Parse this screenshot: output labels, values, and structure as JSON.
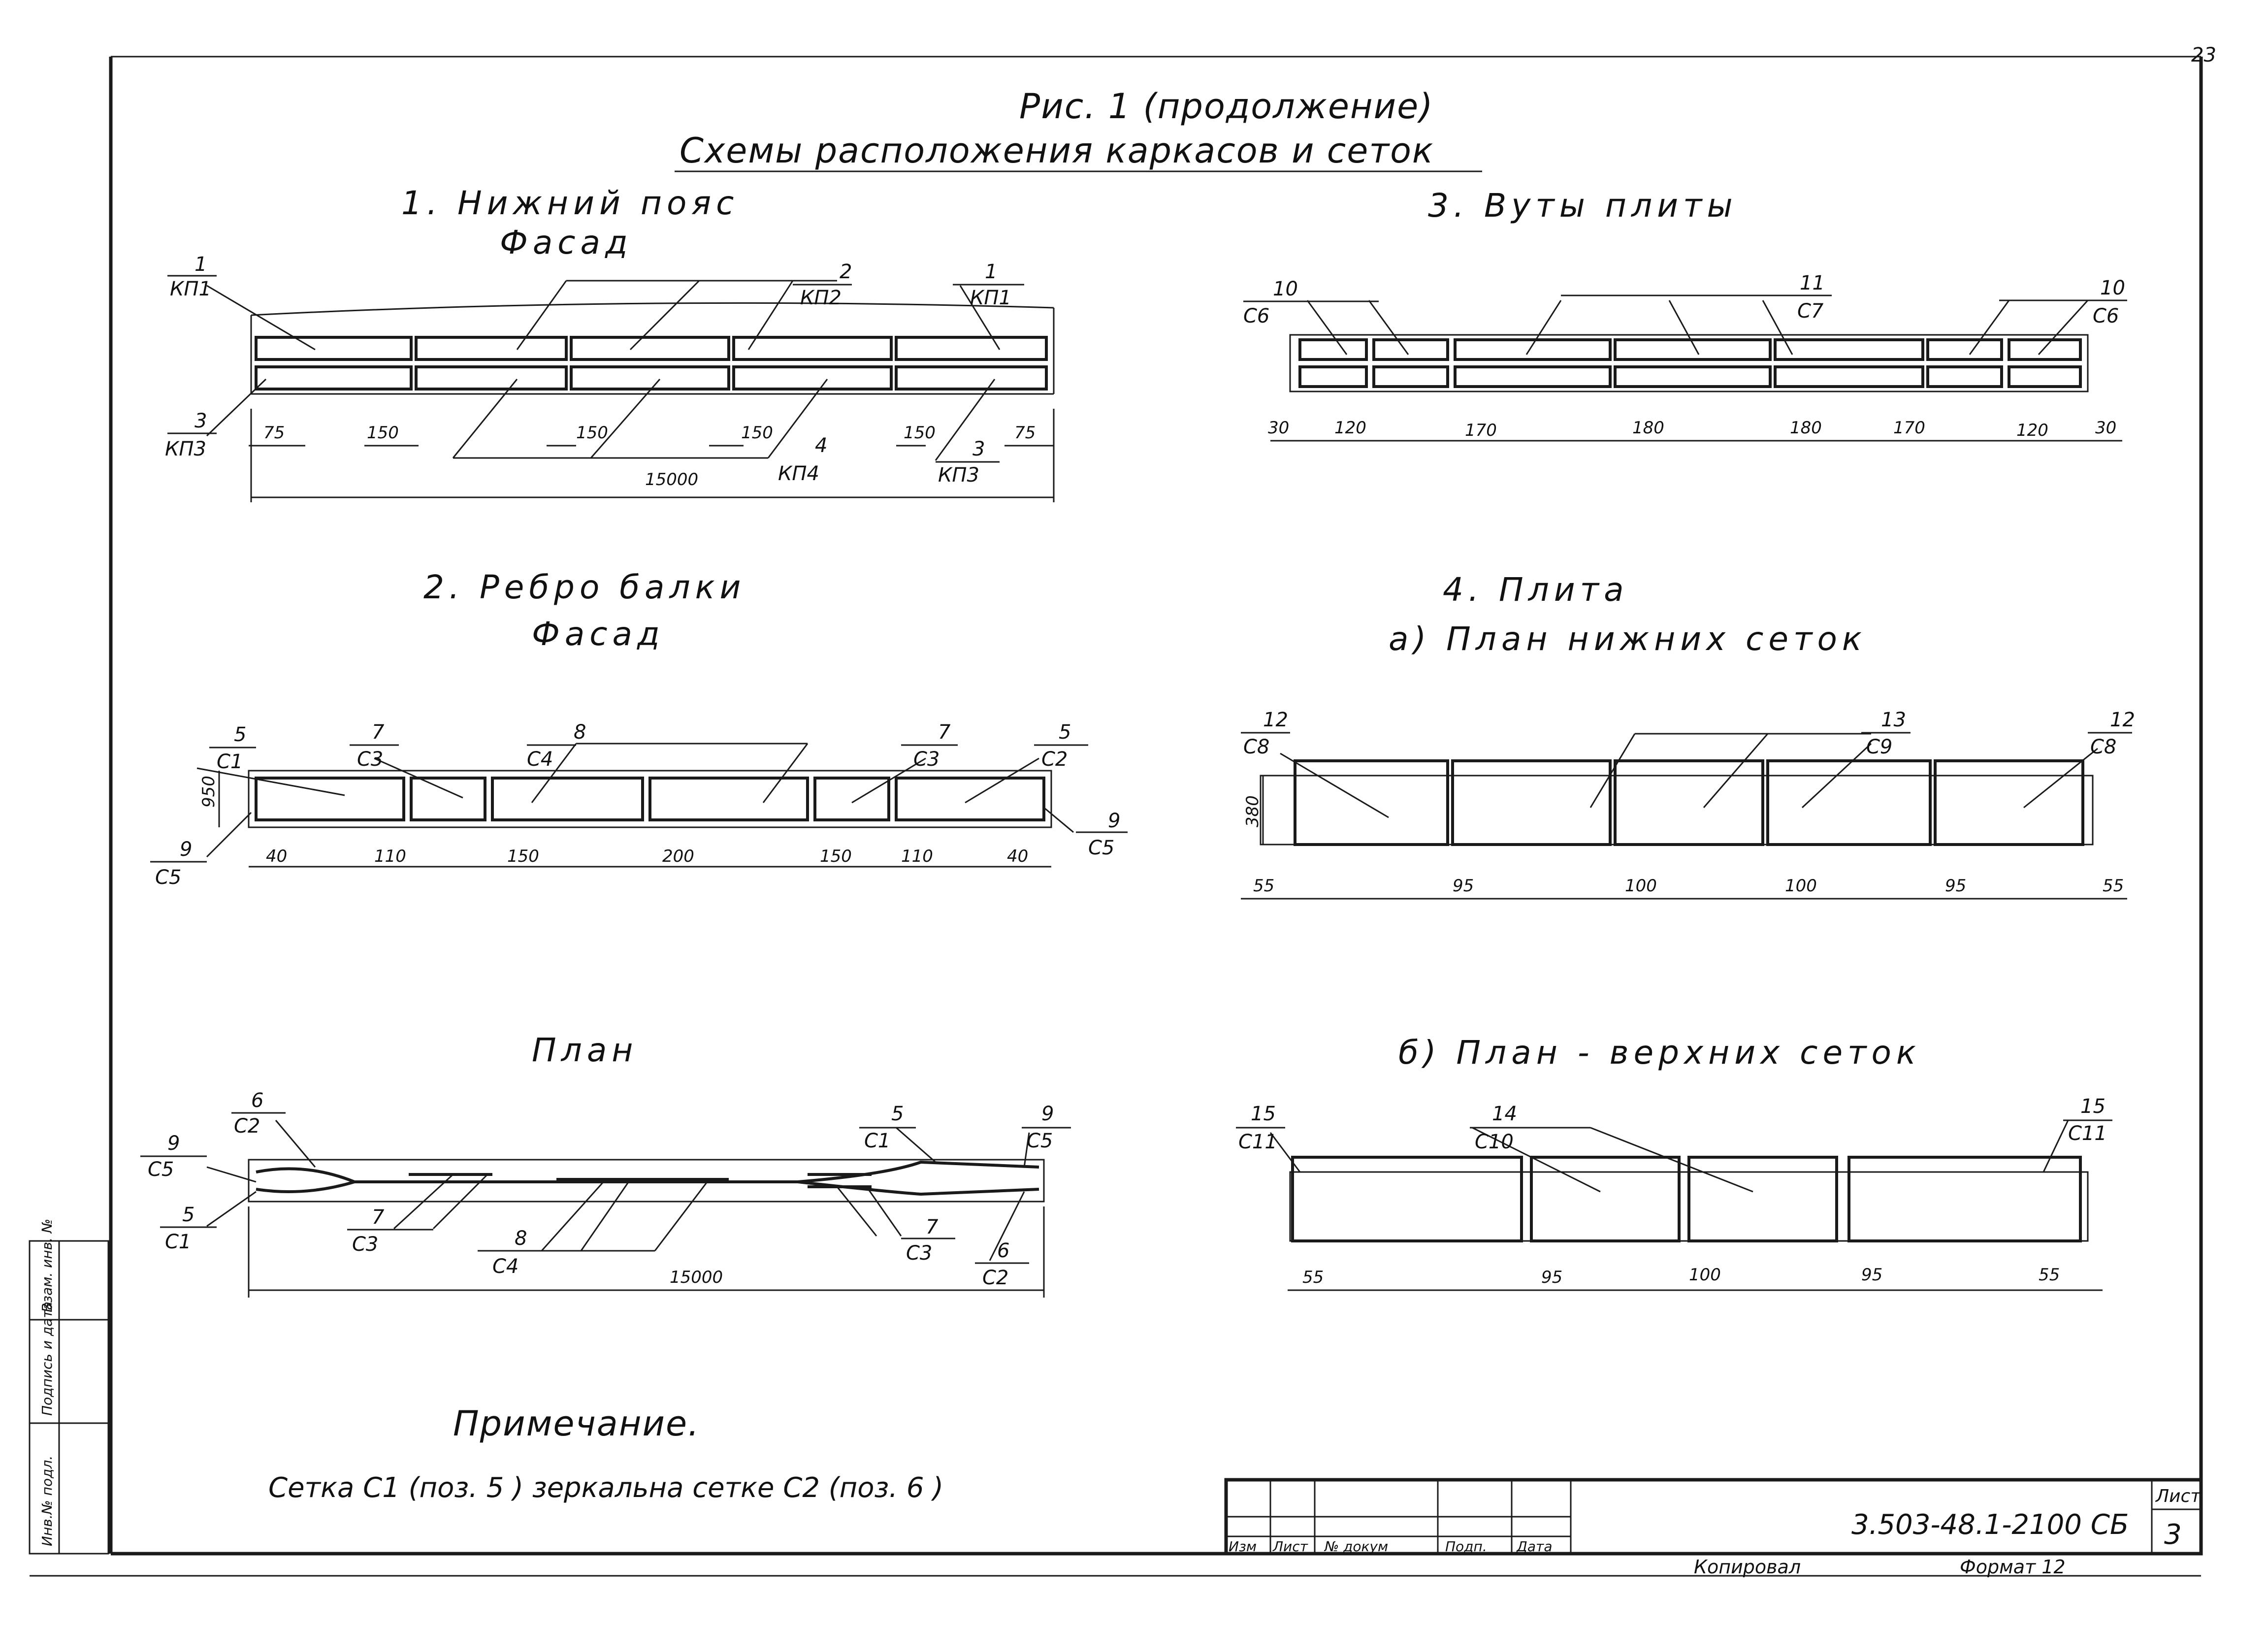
{
  "sheet": {
    "figure_title": "Рис. 1 (продолжение)",
    "subtitle": "Схемы расположения каркасов и сеток",
    "sheet_corner_number": "23"
  },
  "section1": {
    "title": "1. Нижний пояс",
    "view": "Фасад",
    "callouts": [
      {
        "pos": "1",
        "mark": "КП1"
      },
      {
        "pos": "2",
        "mark": "КП2"
      },
      {
        "pos": "1",
        "mark": "КП1"
      },
      {
        "pos": "3",
        "mark": "КП3"
      },
      {
        "pos": "4",
        "mark": "КП4"
      },
      {
        "pos": "3",
        "mark": "КП3"
      }
    ],
    "dims": [
      "75",
      "150",
      "150",
      "150",
      "150",
      "75"
    ],
    "overall": "15000"
  },
  "section2": {
    "title": "2. Ребро балки",
    "view": "Фасад",
    "callouts": [
      {
        "pos": "5",
        "mark": "С1"
      },
      {
        "pos": "7",
        "mark": "С3"
      },
      {
        "pos": "8",
        "mark": "С4"
      },
      {
        "pos": "7",
        "mark": "С3"
      },
      {
        "pos": "5",
        "mark": "С2"
      },
      {
        "pos": "9",
        "mark": "С5"
      },
      {
        "pos": "9",
        "mark": "С5"
      }
    ],
    "height_dim": "950",
    "dims": [
      "40",
      "110",
      "150",
      "200",
      "150",
      "110",
      "40"
    ]
  },
  "section2_plan": {
    "title": "План",
    "callouts": [
      {
        "pos": "6",
        "mark": "С2"
      },
      {
        "pos": "9",
        "mark": "С5"
      },
      {
        "pos": "5",
        "mark": "С1"
      },
      {
        "pos": "7",
        "mark": "С3"
      },
      {
        "pos": "8",
        "mark": "С4"
      },
      {
        "pos": "5",
        "mark": "С1"
      },
      {
        "pos": "9",
        "mark": "С5"
      },
      {
        "pos": "7",
        "mark": "С3"
      },
      {
        "pos": "6",
        "mark": "С2"
      }
    ],
    "overall": "15000"
  },
  "section3": {
    "title": "3. Вуты плиты",
    "callouts": [
      {
        "pos": "10",
        "mark": "С6"
      },
      {
        "pos": "11",
        "mark": "С7"
      },
      {
        "pos": "10",
        "mark": "С6"
      }
    ],
    "dims": [
      "30",
      "120",
      "170",
      "180",
      "180",
      "170",
      "120",
      "30"
    ]
  },
  "section4": {
    "title": "4. Плита",
    "subtitle_a": "а) План нижних сеток",
    "callouts_a": [
      {
        "pos": "12",
        "mark": "С8"
      },
      {
        "pos": "13",
        "mark": "С9"
      },
      {
        "pos": "12",
        "mark": "С8"
      }
    ],
    "height_dim_a": "380",
    "dims_a": [
      "55",
      "95",
      "100",
      "100",
      "95",
      "55"
    ],
    "subtitle_b": "б) План - верхних сеток",
    "callouts_b": [
      {
        "pos": "15",
        "mark": "С11"
      },
      {
        "pos": "14",
        "mark": "С10"
      },
      {
        "pos": "15",
        "mark": "С11"
      }
    ],
    "dims_b": [
      "55",
      "95",
      "100",
      "95",
      "55"
    ]
  },
  "note": {
    "heading": "Примечание.",
    "text": "Сетка С1 (поз. 5 ) зеркальна сетке С2 (поз. 6 )"
  },
  "title_block": {
    "code": "3.503-48.1-2100 СБ",
    "sheet_label": "Лист",
    "sheet_number": "3",
    "cols": [
      "Изм",
      "Лист",
      "№ докум",
      "Подп.",
      "Дата"
    ],
    "copied": "Копировал",
    "format": "Формат 12"
  },
  "side_stamp": {
    "labels": [
      "Инв.№ подл.",
      "Подпись и дата",
      "Взам. инв. №"
    ]
  }
}
